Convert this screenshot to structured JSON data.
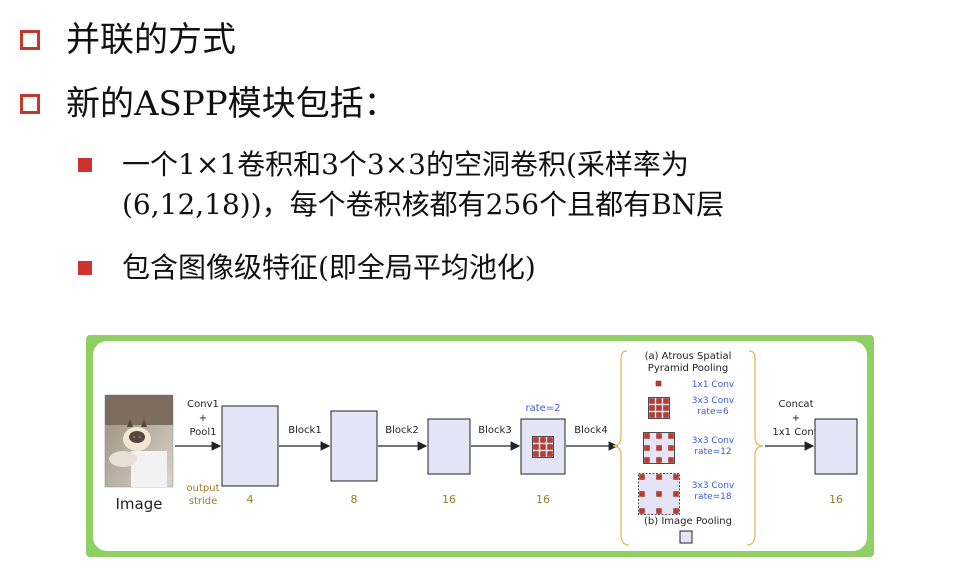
{
  "bullets": [
    {
      "text": "并联的方式"
    },
    {
      "text": "新的ASPP模块包括："
    }
  ],
  "sub_bullets": [
    {
      "line1": "一个1×1卷积和3个3×3的空洞卷积(采样率为",
      "line2": "(6,12,18))，每个卷积核都有256个且都有BN层"
    },
    {
      "line1": "包含图像级特征(即全局平均池化)"
    }
  ],
  "figure": {
    "image_label": "Image",
    "conv_pool": [
      "Conv1",
      "+",
      "Pool1"
    ],
    "blocks": [
      "Block1",
      "Block2",
      "Block3",
      "Block4"
    ],
    "rate_label": "rate=2",
    "output_stride_label": [
      "output",
      "stride"
    ],
    "strides": [
      "4",
      "8",
      "16",
      "16",
      "16"
    ],
    "aspp_title": [
      "(a) Atrous Spatial",
      "Pyramid Pooling"
    ],
    "aspp_items": [
      [
        "1x1 Conv"
      ],
      [
        "3x3 Conv",
        "rate=6"
      ],
      [
        "3x3 Conv",
        "rate=12"
      ],
      [
        "3x3 Conv",
        "rate=18"
      ]
    ],
    "image_pooling_label": "(b) Image Pooling",
    "concat_label": [
      "Concat",
      "+",
      "1x1 Conv"
    ],
    "colors": {
      "border": "#8fcf63",
      "box_fill": "#e4e4f6",
      "stride_text": "#9a7a2a",
      "aspp_text": "#3b5bd6",
      "kernel_red": "#c0392b"
    }
  }
}
